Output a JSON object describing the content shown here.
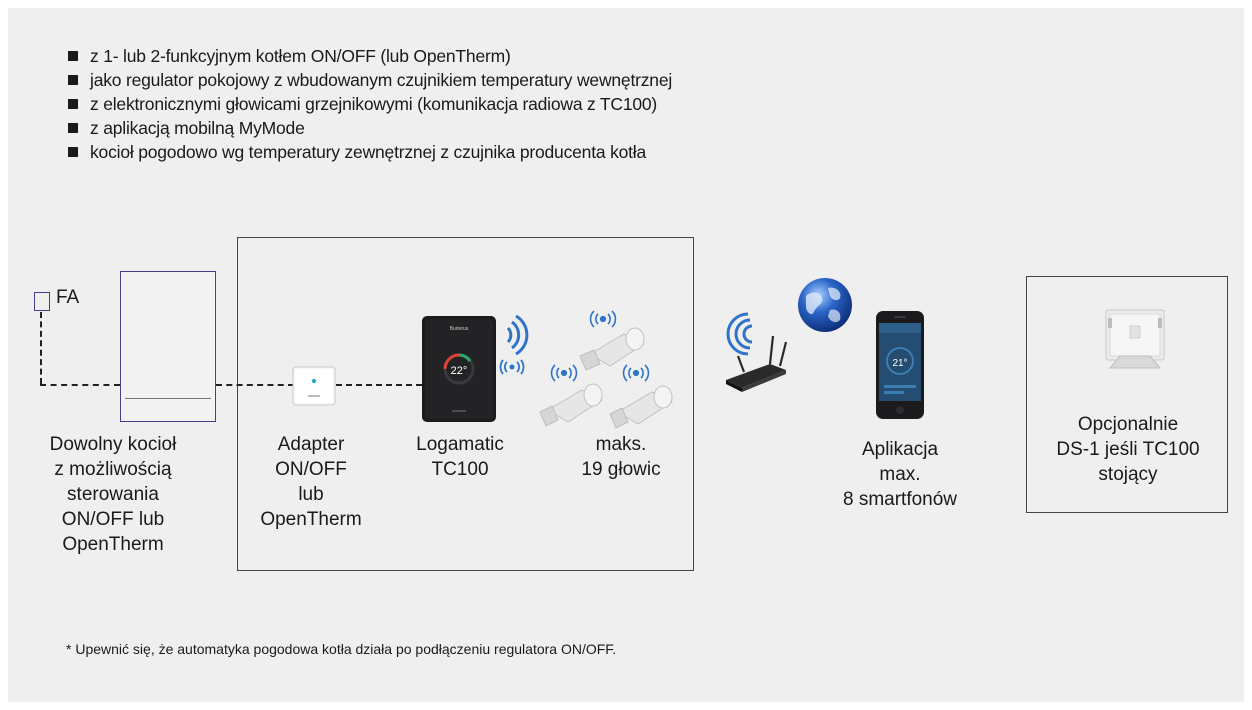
{
  "bullets": [
    "z 1- lub 2-funkcyjnym kotłem ON/OFF (lub OpenTherm)",
    "jako regulator pokojowy z wbudowanym czujnikiem temperatury wewnętrznej",
    "z elektronicznymi głowicami grzejnikowymi (komunikacja radiowa z TC100)",
    "z aplikacją mobilną MyMode",
    "kocioł pogodowo wg temperatury zewnętrznej z czujnika producenta kotła"
  ],
  "sensor": {
    "label": "FA"
  },
  "boiler": {
    "lines": [
      "Dowolny kocioł",
      "z możliwością",
      "sterowania",
      "ON/OFF lub",
      "OpenTherm"
    ]
  },
  "adapter": {
    "lines": [
      "Adapter",
      "ON/OFF",
      "lub",
      "OpenTherm"
    ]
  },
  "thermostat": {
    "lines": [
      "Logamatic",
      "TC100"
    ],
    "screen_temp": "22°",
    "brand": "Buderus"
  },
  "heads": {
    "lines": [
      "maks.",
      "19 głowic"
    ]
  },
  "app": {
    "lines": [
      "Aplikacja",
      "max.",
      "8 smartfonów"
    ],
    "screen_temp": "21°"
  },
  "optional": {
    "lines": [
      "Opcjonalnie",
      "DS-1 jeśli TC100",
      "stojący"
    ]
  },
  "footnote": "* Upewnić się, że automatyka pogodowa kotła działa po podłączeniu regulatora ON/OFF.",
  "colors": {
    "panel_bg": "#efeff0",
    "outline_purple": "#4a3d8c",
    "wireless_blue": "#2f74c7",
    "device_black": "#1b1b1d",
    "dial_red": "#e0423a",
    "dial_green": "#2fa86b",
    "globe_blue": "#2a64c8"
  }
}
